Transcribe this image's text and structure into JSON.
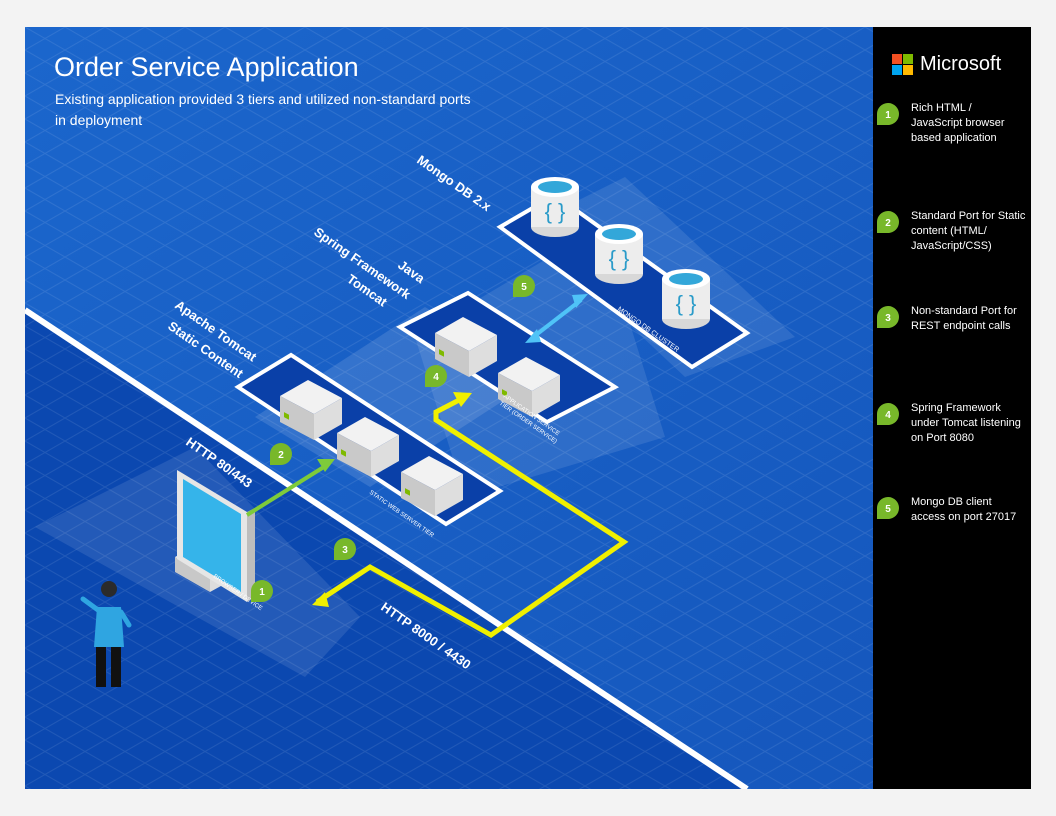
{
  "header": {
    "title": "Order Service Application",
    "subtitle": "Existing application provided 3 tiers and utilized non-standard ports in deployment"
  },
  "brand": {
    "name": "Microsoft",
    "colors": [
      "#f25022",
      "#7fba00",
      "#00a4ef",
      "#ffb900"
    ]
  },
  "legend": [
    {
      "number": "1",
      "text": "Rich HTML / JavaScript browser based application"
    },
    {
      "number": "2",
      "text": "Standard Port for Static content (HTML/ JavaScript/CSS)"
    },
    {
      "number": "3",
      "text": "Non-standard Port for REST endpoint calls"
    },
    {
      "number": "4",
      "text": "Spring Framework under Tomcat listening on Port 8080"
    },
    {
      "number": "5",
      "text": "Mongo DB client access on port 27017"
    }
  ],
  "diagram": {
    "mongo_label": "Mongo DB 2.x",
    "mongo_tier": "MONGO DB CLUSTER",
    "app_label_lines": [
      "Java",
      "Spring Framework",
      "Tomcat"
    ],
    "app_tier_lines": [
      "APPLICATION SERVICE",
      "TIER (ORDER SERVICE)"
    ],
    "static_label_lines": [
      "Apache Tomcat",
      "Static Content"
    ],
    "static_tier": "STATIC WEB SERVER TIER",
    "client_label": "BROWSER / DEVICE",
    "http_standard": "HTTP 80/443",
    "http_custom": "HTTP 8000 / 4430",
    "markers": {
      "browser": "1",
      "static": "2",
      "rest": "3",
      "app": "4",
      "mongo": "5"
    }
  },
  "colors": {
    "background": "#1a63c8",
    "floor": "#0a46ad",
    "marker": "#78b82a",
    "rest_arrow": "#f0f000",
    "static_arrow": "#7ecb3a",
    "db_arrow": "#4fc3f7",
    "sidebar": "#000000"
  }
}
